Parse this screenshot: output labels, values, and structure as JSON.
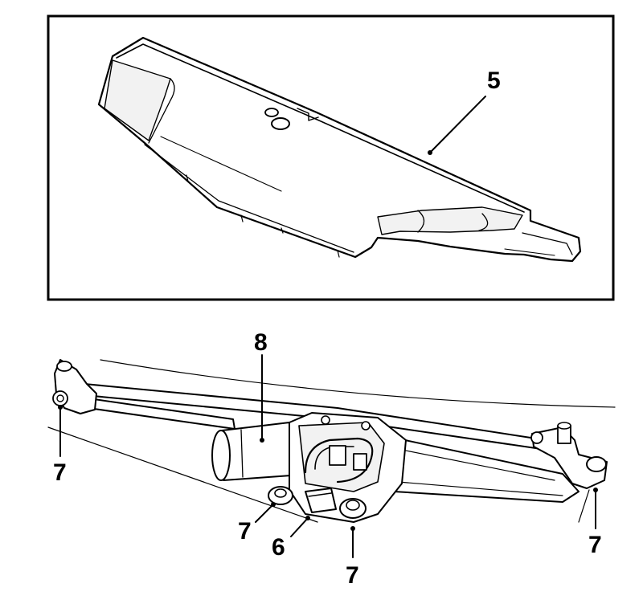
{
  "callouts": {
    "c5": "5",
    "c8": "8",
    "c6": "6",
    "c7_left": "7",
    "c7_mid": "7",
    "c7_center": "7",
    "c7_right": "7"
  },
  "colors": {
    "line": "#000000",
    "paper": "#ffffff"
  }
}
